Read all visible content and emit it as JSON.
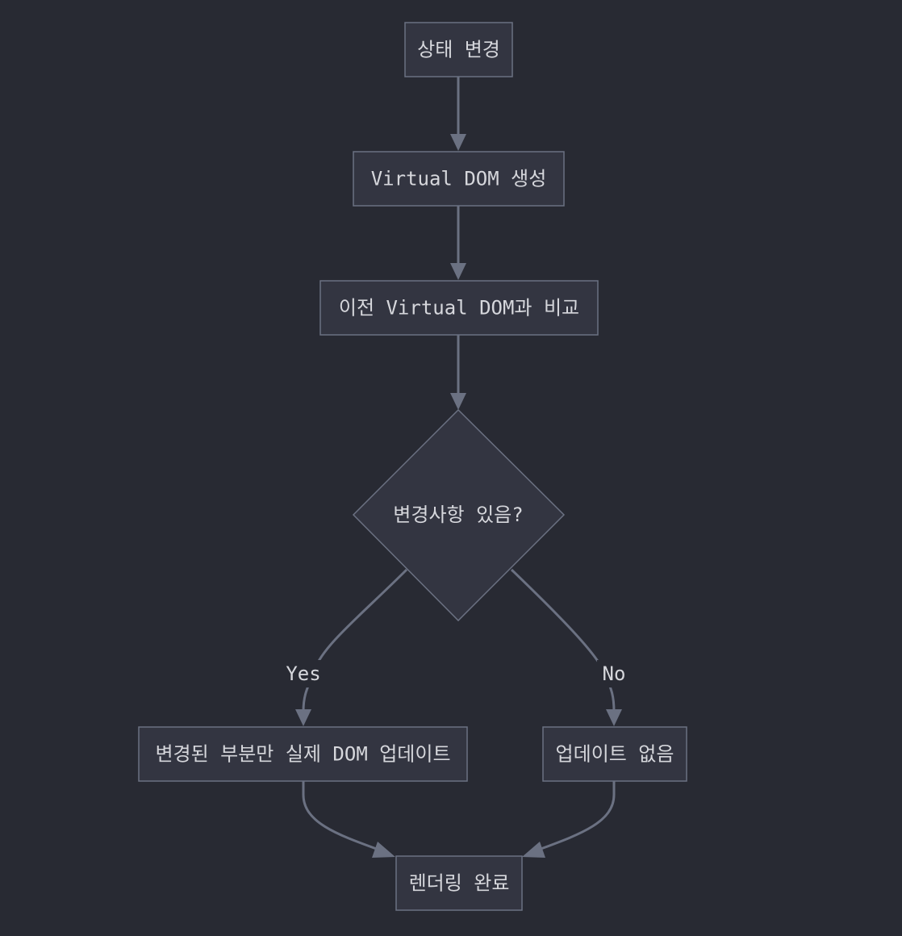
{
  "nodes": {
    "state_change": "상태 변경",
    "vdom_create": "Virtual DOM 생성",
    "compare": "이전 Virtual DOM과 비교",
    "decision": "변경사항 있음?",
    "update_changed": "변경된 부분만 실제 DOM 업데이트",
    "no_update": "업데이트 없음",
    "render_done": "렌더링 완료"
  },
  "edges": {
    "yes_label": "Yes",
    "no_label": "No"
  },
  "colors": {
    "background": "#282a33",
    "node_fill": "#333541",
    "stroke": "#6b7182",
    "text": "#d6d7dc"
  }
}
